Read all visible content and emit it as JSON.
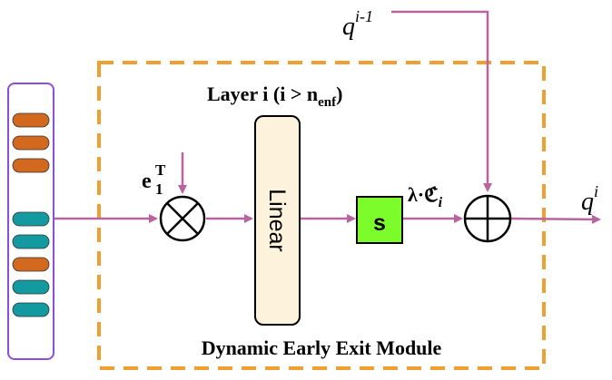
{
  "diagram": {
    "input_label": "q",
    "input_label_sup": "i-1",
    "module_title": "Layer i (i > n",
    "module_title_sub": "enf",
    "module_title_close": ")",
    "embed_label": "e",
    "embed_label_sup": "T",
    "embed_label_sub": "1",
    "linear_label": "Linear",
    "sigma_label": "s",
    "scale_label": "λ·ℭ",
    "scale_label_sub": "i",
    "output_label": "q",
    "output_label_sup": "i",
    "module_caption": "Dynamic Early Exit Module",
    "token_colors": [
      "orange",
      "orange",
      "orange",
      "teal",
      "teal",
      "orange",
      "teal",
      "teal"
    ],
    "colors": {
      "arrow": "#b8649e",
      "dashed_border": "#f0a030",
      "token_orange": "#d2691e",
      "token_teal": "#139aa0",
      "token_box_border": "#8a4fd8",
      "linear_fill": "#fdf3dc",
      "sigma_fill": "#7cfc2a"
    }
  }
}
